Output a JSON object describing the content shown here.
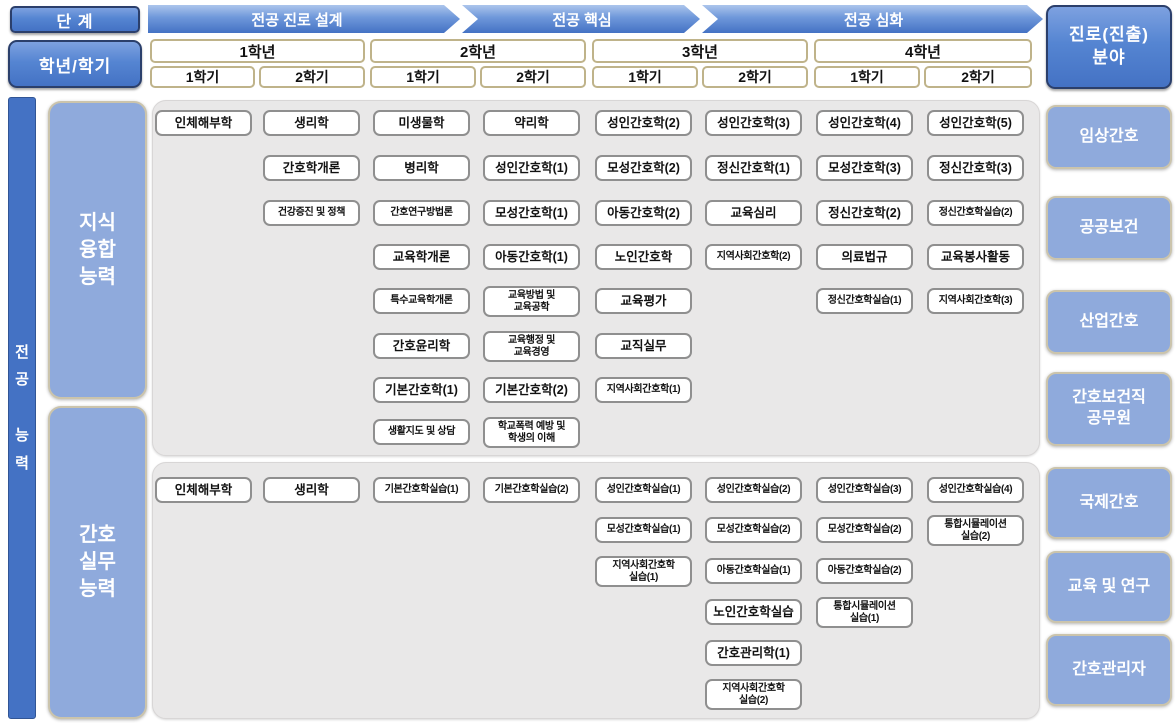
{
  "colors": {
    "header_blue": "#4472C4",
    "light_blue": "#8FAADC",
    "panel_gray": "#E9E8E8",
    "tan_border": "#BFB38A",
    "course_border": "#8F8F8F"
  },
  "header": {
    "stage_label": "단  계",
    "year_semester_label": "학년/학기",
    "career_header": "진로(진출)\n분야",
    "stages": [
      {
        "label": "전공 진로 설계"
      },
      {
        "label": "전공 핵심"
      },
      {
        "label": "전공 심화"
      }
    ],
    "years": [
      {
        "label": "1학년",
        "semesters": [
          {
            "label": "1학기"
          },
          {
            "label": "2학기"
          }
        ]
      },
      {
        "label": "2학년",
        "semesters": [
          {
            "label": "1학기"
          },
          {
            "label": "2학기"
          }
        ]
      },
      {
        "label": "3학년",
        "semesters": [
          {
            "label": "1학기"
          },
          {
            "label": "2학기"
          }
        ]
      },
      {
        "label": "4학년",
        "semesters": [
          {
            "label": "1학기"
          },
          {
            "label": "2학기"
          }
        ]
      }
    ]
  },
  "left_rail": {
    "label": "전\n공\n\n능\n력"
  },
  "competencies": [
    {
      "label": "지식\n융합\n능력"
    },
    {
      "label": "간호\n실무\n능력"
    }
  ],
  "career_fields": [
    {
      "label": "임상간호"
    },
    {
      "label": "공공보건"
    },
    {
      "label": "산업간호"
    },
    {
      "label": "간호보건직\n공무원"
    },
    {
      "label": "국제간호"
    },
    {
      "label": "교육 및 연구"
    },
    {
      "label": "간호관리자"
    }
  ],
  "panels": [
    {
      "competency": "지식융합능력",
      "columns": [
        {
          "courses": [
            {
              "label": "인체해부학",
              "row": 1,
              "size": "n"
            }
          ]
        },
        {
          "courses": [
            {
              "label": "생리학",
              "row": 1,
              "size": "n"
            },
            {
              "label": "간호학개론",
              "row": 2,
              "size": "n"
            },
            {
              "label": "건강증진 및 정책",
              "row": 3,
              "size": "s"
            }
          ]
        },
        {
          "courses": [
            {
              "label": "미생물학",
              "row": 1,
              "size": "n"
            },
            {
              "label": "병리학",
              "row": 2,
              "size": "n"
            },
            {
              "label": "간호연구방법론",
              "row": 3,
              "size": "s"
            },
            {
              "label": "교육학개론",
              "row": 4,
              "size": "n"
            },
            {
              "label": "특수교육학개론",
              "row": 5,
              "size": "s"
            },
            {
              "label": "간호윤리학",
              "row": 6,
              "size": "n"
            },
            {
              "label": "기본간호학(1)",
              "row": 7,
              "size": "n"
            },
            {
              "label": "생활지도 및 상담",
              "row": 8,
              "size": "s"
            }
          ]
        },
        {
          "courses": [
            {
              "label": "약리학",
              "row": 1,
              "size": "n"
            },
            {
              "label": "성인간호학(1)",
              "row": 2,
              "size": "n"
            },
            {
              "label": "모성간호학(1)",
              "row": 3,
              "size": "n"
            },
            {
              "label": "아동간호학(1)",
              "row": 4,
              "size": "n"
            },
            {
              "label": "교육방법 및\n교육공학",
              "row": 5,
              "size": "t"
            },
            {
              "label": "교육행정 및\n교육경영",
              "row": 6,
              "size": "t"
            },
            {
              "label": "기본간호학(2)",
              "row": 7,
              "size": "n"
            },
            {
              "label": "학교폭력 예방 및\n학생의 이해",
              "row": 8,
              "size": "t"
            }
          ]
        },
        {
          "courses": [
            {
              "label": "성인간호학(2)",
              "row": 1,
              "size": "n"
            },
            {
              "label": "모성간호학(2)",
              "row": 2,
              "size": "n"
            },
            {
              "label": "아동간호학(2)",
              "row": 3,
              "size": "n"
            },
            {
              "label": "노인간호학",
              "row": 4,
              "size": "n"
            },
            {
              "label": "교육평가",
              "row": 5,
              "size": "n"
            },
            {
              "label": "교직실무",
              "row": 6,
              "size": "n"
            },
            {
              "label": "지역사회간호학(1)",
              "row": 7,
              "size": "s"
            }
          ]
        },
        {
          "courses": [
            {
              "label": "성인간호학(3)",
              "row": 1,
              "size": "n"
            },
            {
              "label": "정신간호학(1)",
              "row": 2,
              "size": "n"
            },
            {
              "label": "교육심리",
              "row": 3,
              "size": "n"
            },
            {
              "label": "지역사회간호학(2)",
              "row": 4,
              "size": "s"
            }
          ]
        },
        {
          "courses": [
            {
              "label": "성인간호학(4)",
              "row": 1,
              "size": "n"
            },
            {
              "label": "모성간호학(3)",
              "row": 2,
              "size": "n"
            },
            {
              "label": "정신간호학(2)",
              "row": 3,
              "size": "n"
            },
            {
              "label": "의료법규",
              "row": 4,
              "size": "n"
            },
            {
              "label": "정신간호학실습(1)",
              "row": 5,
              "size": "s"
            }
          ]
        },
        {
          "courses": [
            {
              "label": "성인간호학(5)",
              "row": 1,
              "size": "n"
            },
            {
              "label": "정신간호학(3)",
              "row": 2,
              "size": "n"
            },
            {
              "label": "정신간호학실습(2)",
              "row": 3,
              "size": "s"
            },
            {
              "label": "교육봉사활동",
              "row": 4,
              "size": "n"
            },
            {
              "label": "지역사회간호학(3)",
              "row": 5,
              "size": "s"
            }
          ]
        }
      ]
    },
    {
      "competency": "간호실무능력",
      "columns": [
        {
          "courses": [
            {
              "label": "인체해부학",
              "row": 1,
              "size": "n"
            }
          ]
        },
        {
          "courses": [
            {
              "label": "생리학",
              "row": 1,
              "size": "n"
            }
          ]
        },
        {
          "courses": [
            {
              "label": "기본간호학실습(1)",
              "row": 1,
              "size": "s"
            }
          ]
        },
        {
          "courses": [
            {
              "label": "기본간호학실습(2)",
              "row": 1,
              "size": "s"
            }
          ]
        },
        {
          "courses": [
            {
              "label": "성인간호학실습(1)",
              "row": 1,
              "size": "s"
            },
            {
              "label": "모성간호학실습(1)",
              "row": 2,
              "size": "s"
            },
            {
              "label": "지역사회간호학\n실습(1)",
              "row": 3,
              "size": "t"
            }
          ]
        },
        {
          "courses": [
            {
              "label": "성인간호학실습(2)",
              "row": 1,
              "size": "s"
            },
            {
              "label": "모성간호학실습(2)",
              "row": 2,
              "size": "s"
            },
            {
              "label": "아동간호학실습(1)",
              "row": 3,
              "size": "s"
            },
            {
              "label": "노인간호학실습",
              "row": 4,
              "size": "n"
            },
            {
              "label": "간호관리학(1)",
              "row": 5,
              "size": "n"
            },
            {
              "label": "지역사회간호학\n실습(2)",
              "row": 6,
              "size": "t"
            }
          ]
        },
        {
          "courses": [
            {
              "label": "성인간호학실습(3)",
              "row": 1,
              "size": "s"
            },
            {
              "label": "모성간호학실습(2)",
              "row": 2,
              "size": "s"
            },
            {
              "label": "아동간호학실습(2)",
              "row": 3,
              "size": "s"
            },
            {
              "label": "통합시뮬레이션\n실습(1)",
              "row": 4,
              "size": "t"
            }
          ]
        },
        {
          "courses": [
            {
              "label": "성인간호학실습(4)",
              "row": 1,
              "size": "s"
            },
            {
              "label": "통합시뮬레이션\n실습(2)",
              "row": 2,
              "size": "t"
            }
          ]
        }
      ]
    }
  ]
}
